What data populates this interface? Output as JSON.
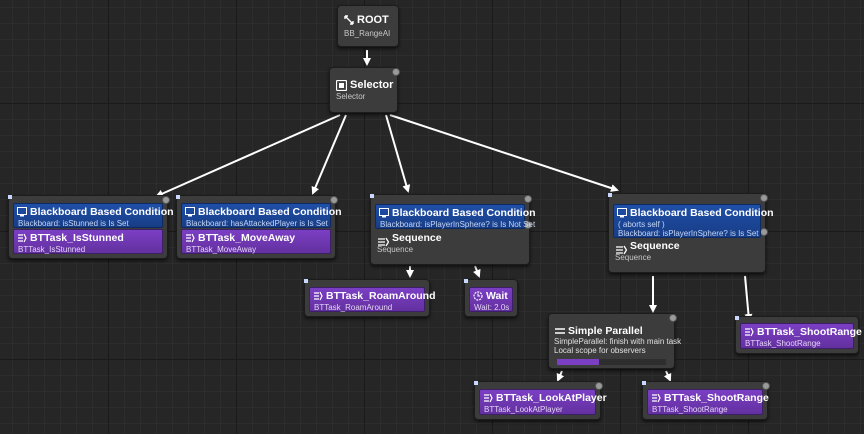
{
  "colors": {
    "background": "#262626",
    "decorator": "#1f4fa8",
    "task": "#7b3fc4",
    "node": "#3c3c3c",
    "wire": "#ffffff"
  },
  "nodes": {
    "root": {
      "title": "ROOT",
      "subtitle": "BB_RangeAI",
      "icon": "root-icon"
    },
    "selector": {
      "title": "Selector",
      "subtitle": "Selector",
      "icon": "selector-icon"
    },
    "branch_stunned": {
      "decorator_title": "Blackboard Based Condition",
      "decorator_desc": "Blackboard: isStunned is Is Set",
      "task_title": "BTTask_IsStunned",
      "task_sub": "BTTask_IsStunned"
    },
    "branch_attacked": {
      "decorator_title": "Blackboard Based Condition",
      "decorator_desc": "Blackboard: hasAttackedPlayer is Is Set",
      "task_title": "BTTask_MoveAway",
      "task_sub": "BTTask_MoveAway"
    },
    "branch_roam": {
      "decorator_title": "Blackboard Based Condition",
      "decorator_desc": "Blackboard: isPlayerInSphere? is Is Not Set",
      "composite_title": "Sequence",
      "composite_sub": "Sequence"
    },
    "branch_combat": {
      "decorator_title": "Blackboard Based Condition",
      "decorator_abort": "( aborts self )",
      "decorator_desc": "Blackboard: isPlayerInSphere? is Is Set",
      "composite_title": "Sequence",
      "composite_sub": "Sequence"
    },
    "roam_around": {
      "title": "BTTask_RoamAround",
      "subtitle": "BTTask_RoamAround"
    },
    "wait": {
      "title": "Wait",
      "subtitle": "Wait: 2.0s"
    },
    "simple_parallel": {
      "title": "Simple Parallel",
      "line1": "SimpleParallel: finish with main task",
      "line2": "Local scope for observers"
    },
    "shoot_range_right": {
      "title": "BTTask_ShootRange",
      "subtitle": "BTTask_ShootRange"
    },
    "look_at_player": {
      "title": "BTTask_LookAtPlayer",
      "subtitle": "BTTask_LookAtPlayer"
    },
    "shoot_range_bottom": {
      "title": "BTTask_ShootRange",
      "subtitle": "BTTask_ShootRange"
    }
  }
}
